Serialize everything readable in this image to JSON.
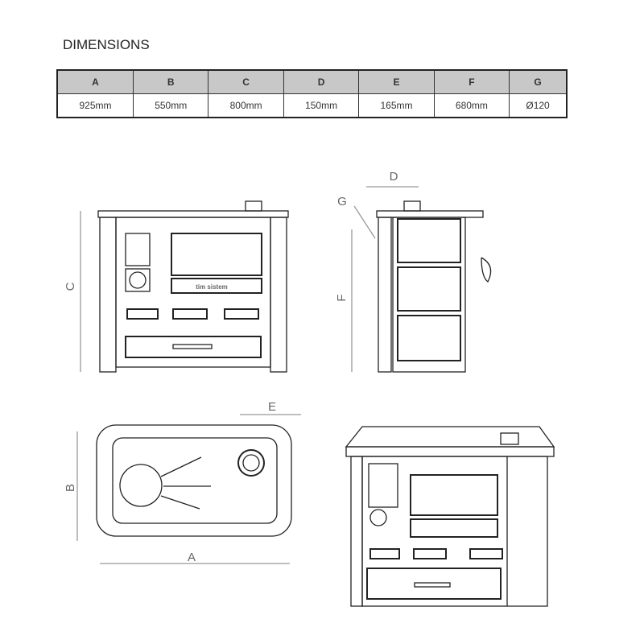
{
  "title": "DIMENSIONS",
  "table": {
    "headers": [
      "A",
      "B",
      "C",
      "D",
      "E",
      "F",
      "G"
    ],
    "values": [
      "925mm",
      "550mm",
      "800mm",
      "150mm",
      "165mm",
      "680mm",
      "Ø120"
    ]
  },
  "labels": {
    "A": "A",
    "B": "B",
    "C": "C",
    "D": "D",
    "E": "E",
    "F": "F",
    "G": "G"
  },
  "logo_text": "tim sistem"
}
